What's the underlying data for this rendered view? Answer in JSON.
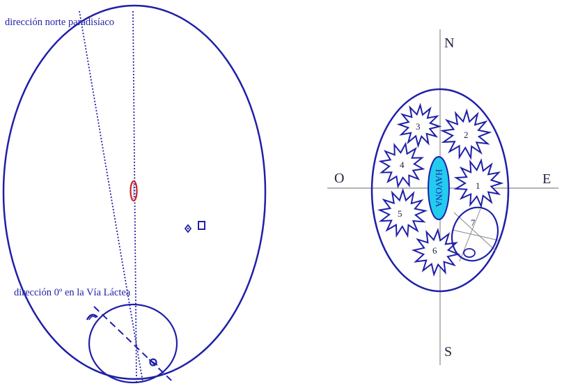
{
  "left_diagram": {
    "label_north": "dirección norte paradisíaco",
    "label_zero": "dirección 0º en la Vía Láctea"
  },
  "right_diagram": {
    "compass": {
      "n": "N",
      "s": "S",
      "e": "E",
      "w": "O"
    },
    "center_label": "HAVONA",
    "sectors": [
      "1",
      "2",
      "3",
      "4",
      "5",
      "6",
      "7"
    ]
  },
  "colors": {
    "line": "#1f1fa8",
    "center_fill": "#22ccee",
    "marker_red": "#cc2222",
    "grid_line": "#888888"
  }
}
